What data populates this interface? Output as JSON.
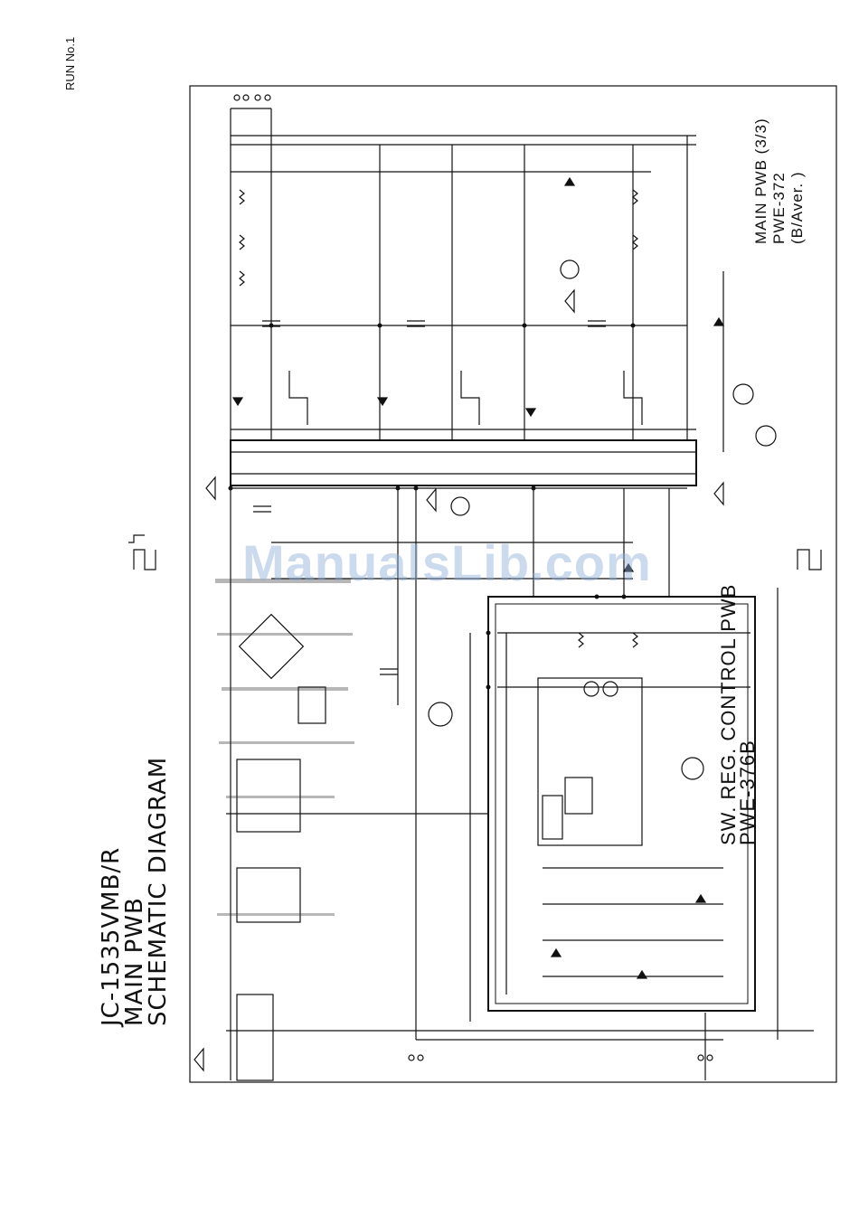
{
  "header": {
    "run_label": "RUN No.1"
  },
  "title": {
    "model": "JC-1535VMB/R",
    "line2": "MAIN PWB",
    "line3": "SCHEMATIC DIAGRAM"
  },
  "blocks": {
    "control_line1": "SW. REG. CONTROL PWB",
    "control_line2": "PWE-376B",
    "main_line1": "MAIN PWB (3/3)",
    "main_line2": "PWE-372",
    "main_line3": "(B/Aver. )"
  },
  "watermark": "ManualsLib.com",
  "colors": {
    "ink": "#111111",
    "watermark": "#8cafd7"
  }
}
